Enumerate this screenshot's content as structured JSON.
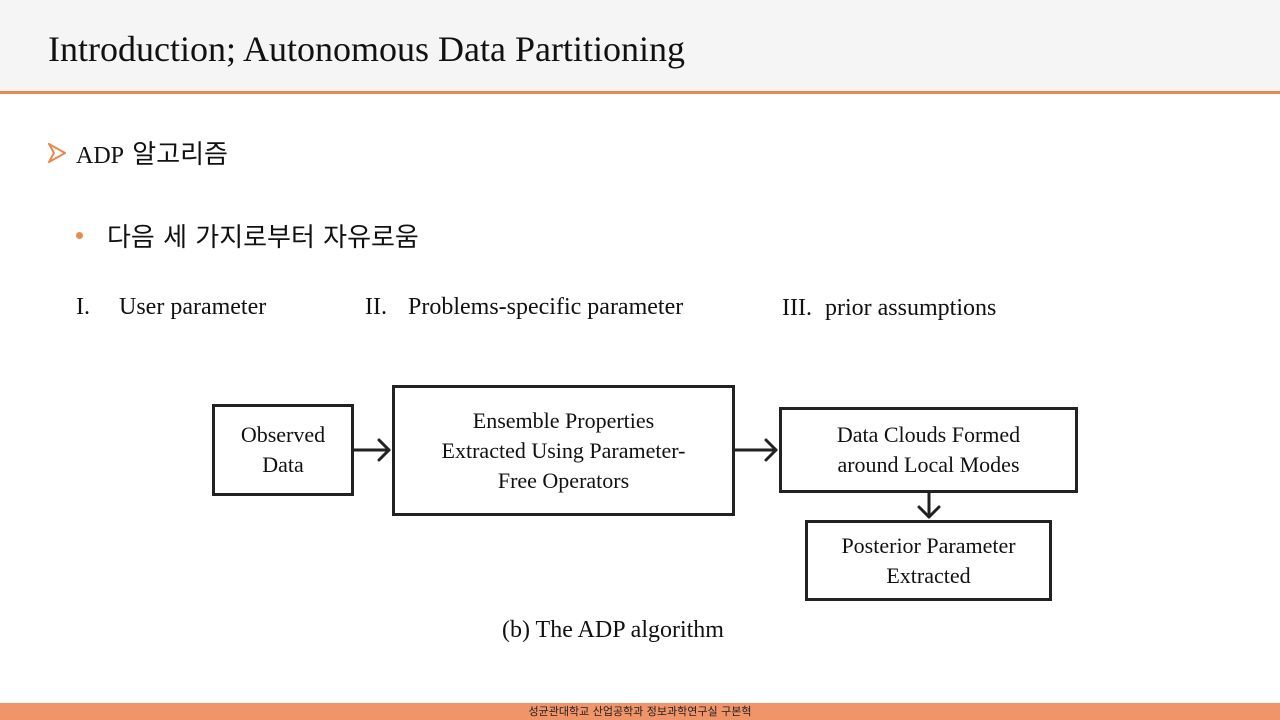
{
  "header": {
    "title": "Introduction; Autonomous Data Partitioning"
  },
  "bullets": {
    "level1_latin": "ADP",
    "level1_korean": "알고리즘",
    "level2": "다음 세 가지로부터 자유로움"
  },
  "items": [
    {
      "num": "I.",
      "text": "User parameter"
    },
    {
      "num": "II.",
      "text": "Problems-specific parameter"
    },
    {
      "num": "III.",
      "text": "prior assumptions"
    }
  ],
  "diagram": {
    "boxes": {
      "observed": "Observed\nData",
      "ensemble": "Ensemble Properties\nExtracted Using Parameter-\nFree Operators",
      "clouds": "Data Clouds Formed\naround Local Modes",
      "posterior": "Posterior Parameter\nExtracted"
    },
    "caption": "(b) The ADP algorithm"
  },
  "footer": {
    "text": "성균관대학교 산업공학과 정보과학연구실 구본혁"
  },
  "colors": {
    "accent": "#e8894f",
    "footer_bg": "#f0956a",
    "header_bg": "#f5f5f5",
    "box_border": "#222222"
  }
}
